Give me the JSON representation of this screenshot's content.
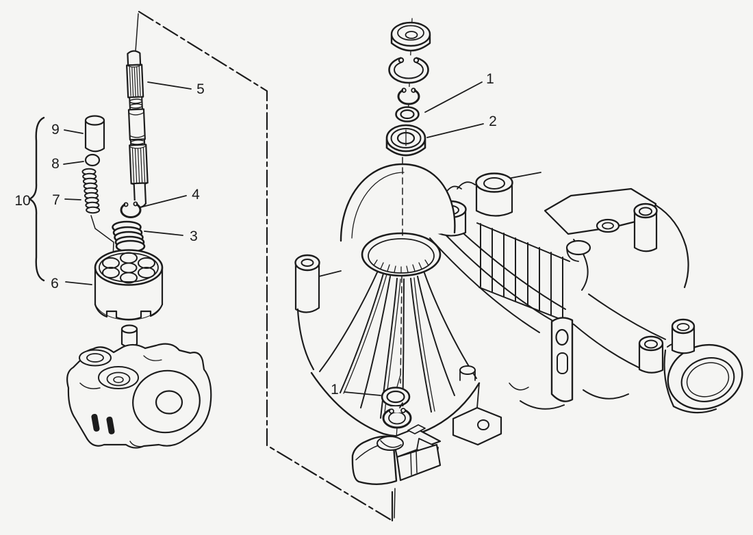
{
  "figure": {
    "kind": "exploded-parts-diagram",
    "background_color": "#f5f5f3",
    "line_color": "#1c1c1c"
  },
  "callouts": [
    {
      "id": "callout-1-top",
      "label": "1"
    },
    {
      "id": "callout-2",
      "label": "2"
    },
    {
      "id": "callout-5",
      "label": "5"
    },
    {
      "id": "callout-9",
      "label": "9"
    },
    {
      "id": "callout-8",
      "label": "8"
    },
    {
      "id": "callout-7",
      "label": "7"
    },
    {
      "id": "callout-10",
      "label": "10"
    },
    {
      "id": "callout-4",
      "label": "4"
    },
    {
      "id": "callout-3",
      "label": "3"
    },
    {
      "id": "callout-6",
      "label": "6"
    },
    {
      "id": "callout-1-bottom",
      "label": "1"
    }
  ]
}
